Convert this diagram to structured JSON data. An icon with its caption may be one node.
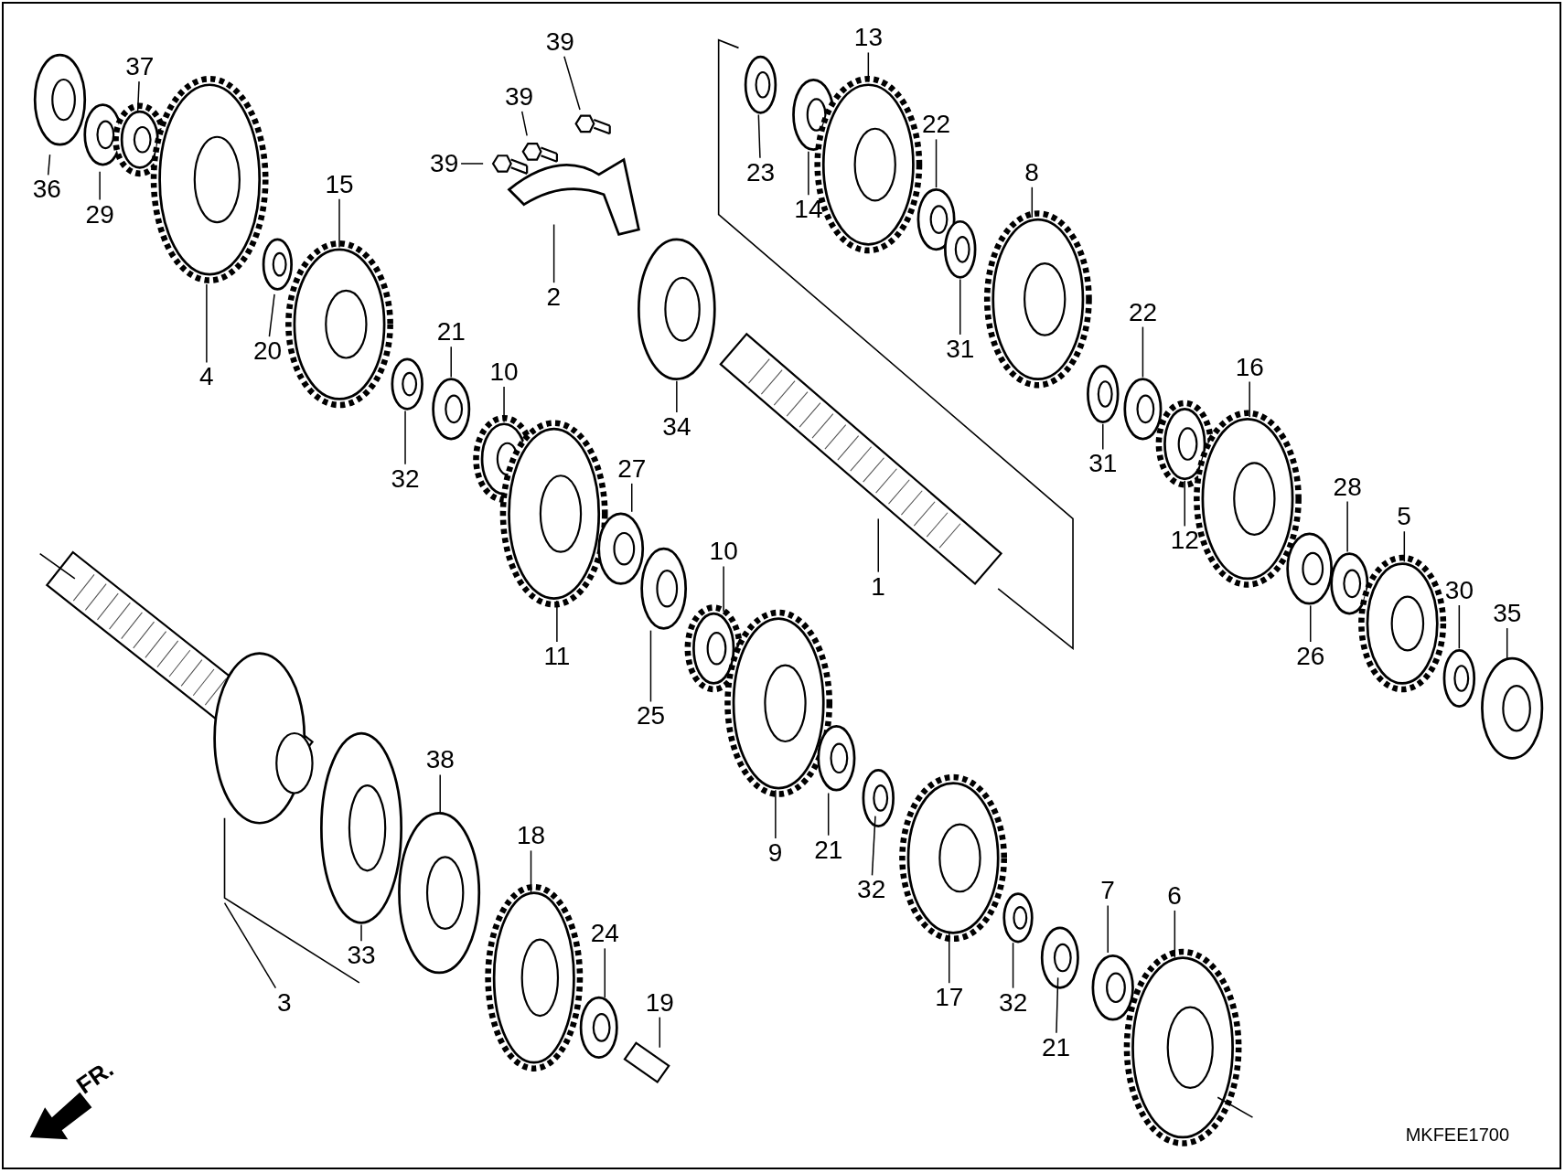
{
  "diagram": {
    "nodes": [
      {
        "text": [
          "36"
        ]
      },
      {
        "text": [
          "29"
        ]
      },
      {
        "text": [
          "37"
        ]
      },
      {
        "text": [
          "4"
        ]
      },
      {
        "text": [
          "15"
        ]
      },
      {
        "text": [
          "20"
        ]
      },
      {
        "text": [
          "39"
        ]
      },
      {
        "text": [
          "39"
        ]
      },
      {
        "text": [
          "39"
        ]
      },
      {
        "text": [
          "2"
        ]
      },
      {
        "text": [
          "21"
        ]
      },
      {
        "text": [
          "10"
        ]
      },
      {
        "text": [
          "32"
        ]
      },
      {
        "text": [
          "34"
        ]
      },
      {
        "text": [
          "23"
        ]
      },
      {
        "text": [
          "14"
        ]
      },
      {
        "text": [
          "13"
        ]
      },
      {
        "text": [
          "22"
        ]
      },
      {
        "text": [
          "8"
        ]
      },
      {
        "text": [
          "31"
        ]
      },
      {
        "text": [
          "22"
        ]
      },
      {
        "text": [
          "31"
        ]
      },
      {
        "text": [
          "16"
        ]
      },
      {
        "text": [
          "12"
        ]
      },
      {
        "text": [
          "28"
        ]
      },
      {
        "text": [
          "5"
        ]
      },
      {
        "text": [
          "26"
        ]
      },
      {
        "text": [
          "30"
        ]
      },
      {
        "text": [
          "35"
        ]
      },
      {
        "text": [
          "1"
        ]
      },
      {
        "text": [
          "27"
        ]
      },
      {
        "text": [
          "11"
        ]
      },
      {
        "text": [
          "10"
        ]
      },
      {
        "text": [
          "25"
        ]
      },
      {
        "text": [
          "9"
        ]
      },
      {
        "text": [
          "21"
        ]
      },
      {
        "text": [
          "32"
        ]
      },
      {
        "text": [
          "38"
        ]
      },
      {
        "text": [
          "18"
        ]
      },
      {
        "text": [
          "24"
        ]
      },
      {
        "text": [
          "19"
        ]
      },
      {
        "text": [
          "33"
        ]
      },
      {
        "text": [
          "3"
        ]
      },
      {
        "text": [
          "17"
        ]
      },
      {
        "text": [
          "32"
        ]
      },
      {
        "text": [
          "21"
        ]
      },
      {
        "text": [
          "7"
        ]
      },
      {
        "text": [
          "6"
        ]
      }
    ],
    "edges": [
      {
        "from": 0,
        "to": null,
        "arrow": "none"
      },
      {
        "from": 1,
        "to": null,
        "arrow": "none"
      },
      {
        "from": 2,
        "to": null,
        "arrow": "none"
      },
      {
        "from": 3,
        "to": null,
        "arrow": "none"
      },
      {
        "from": 4,
        "to": null,
        "arrow": "none"
      },
      {
        "from": 5,
        "to": null,
        "arrow": "none"
      },
      {
        "from": 6,
        "to": null,
        "arrow": "none"
      },
      {
        "from": 7,
        "to": null,
        "arrow": "none"
      },
      {
        "from": 8,
        "to": null,
        "arrow": "none"
      },
      {
        "from": 9,
        "to": null,
        "arrow": "none"
      },
      {
        "from": 10,
        "to": null,
        "arrow": "none"
      },
      {
        "from": 11,
        "to": null,
        "arrow": "none"
      },
      {
        "from": 12,
        "to": null,
        "arrow": "none"
      },
      {
        "from": 13,
        "to": null,
        "arrow": "none"
      },
      {
        "from": 14,
        "to": null,
        "arrow": "none"
      },
      {
        "from": 15,
        "to": null,
        "arrow": "none"
      },
      {
        "from": 16,
        "to": null,
        "arrow": "none"
      },
      {
        "from": 17,
        "to": null,
        "arrow": "none"
      },
      {
        "from": 18,
        "to": null,
        "arrow": "none"
      },
      {
        "from": 19,
        "to": null,
        "arrow": "none"
      },
      {
        "from": 20,
        "to": null,
        "arrow": "none"
      },
      {
        "from": 21,
        "to": null,
        "arrow": "none"
      },
      {
        "from": 22,
        "to": null,
        "arrow": "none"
      },
      {
        "from": 23,
        "to": null,
        "arrow": "none"
      },
      {
        "from": 24,
        "to": null,
        "arrow": "none"
      },
      {
        "from": 25,
        "to": null,
        "arrow": "none"
      },
      {
        "from": 26,
        "to": null,
        "arrow": "none"
      },
      {
        "from": 27,
        "to": null,
        "arrow": "none"
      },
      {
        "from": 28,
        "to": null,
        "arrow": "none"
      },
      {
        "from": 29,
        "to": null,
        "arrow": "none"
      },
      {
        "from": 30,
        "to": null,
        "arrow": "none"
      },
      {
        "from": 31,
        "to": null,
        "arrow": "none"
      },
      {
        "from": 32,
        "to": null,
        "arrow": "none"
      },
      {
        "from": 33,
        "to": null,
        "arrow": "none"
      },
      {
        "from": 34,
        "to": null,
        "arrow": "none"
      },
      {
        "from": 35,
        "to": null,
        "arrow": "none"
      },
      {
        "from": 36,
        "to": null,
        "arrow": "none"
      },
      {
        "from": 37,
        "to": null,
        "arrow": "none"
      },
      {
        "from": 38,
        "to": null,
        "arrow": "none"
      },
      {
        "from": 39,
        "to": null,
        "arrow": "none"
      },
      {
        "from": 40,
        "to": null,
        "arrow": "none"
      },
      {
        "from": 41,
        "to": null,
        "arrow": "none"
      },
      {
        "from": 42,
        "to": null,
        "arrow": "none"
      },
      {
        "from": 43,
        "to": null,
        "arrow": "none"
      },
      {
        "from": 44,
        "to": null,
        "arrow": "none"
      },
      {
        "from": 45,
        "to": null,
        "arrow": "none"
      },
      {
        "from": 46,
        "to": null,
        "arrow": "none"
      },
      {
        "from": 47,
        "to": null,
        "arrow": "none"
      }
    ],
    "labels": [
      "FR.",
      "MKFEE1700"
    ]
  }
}
